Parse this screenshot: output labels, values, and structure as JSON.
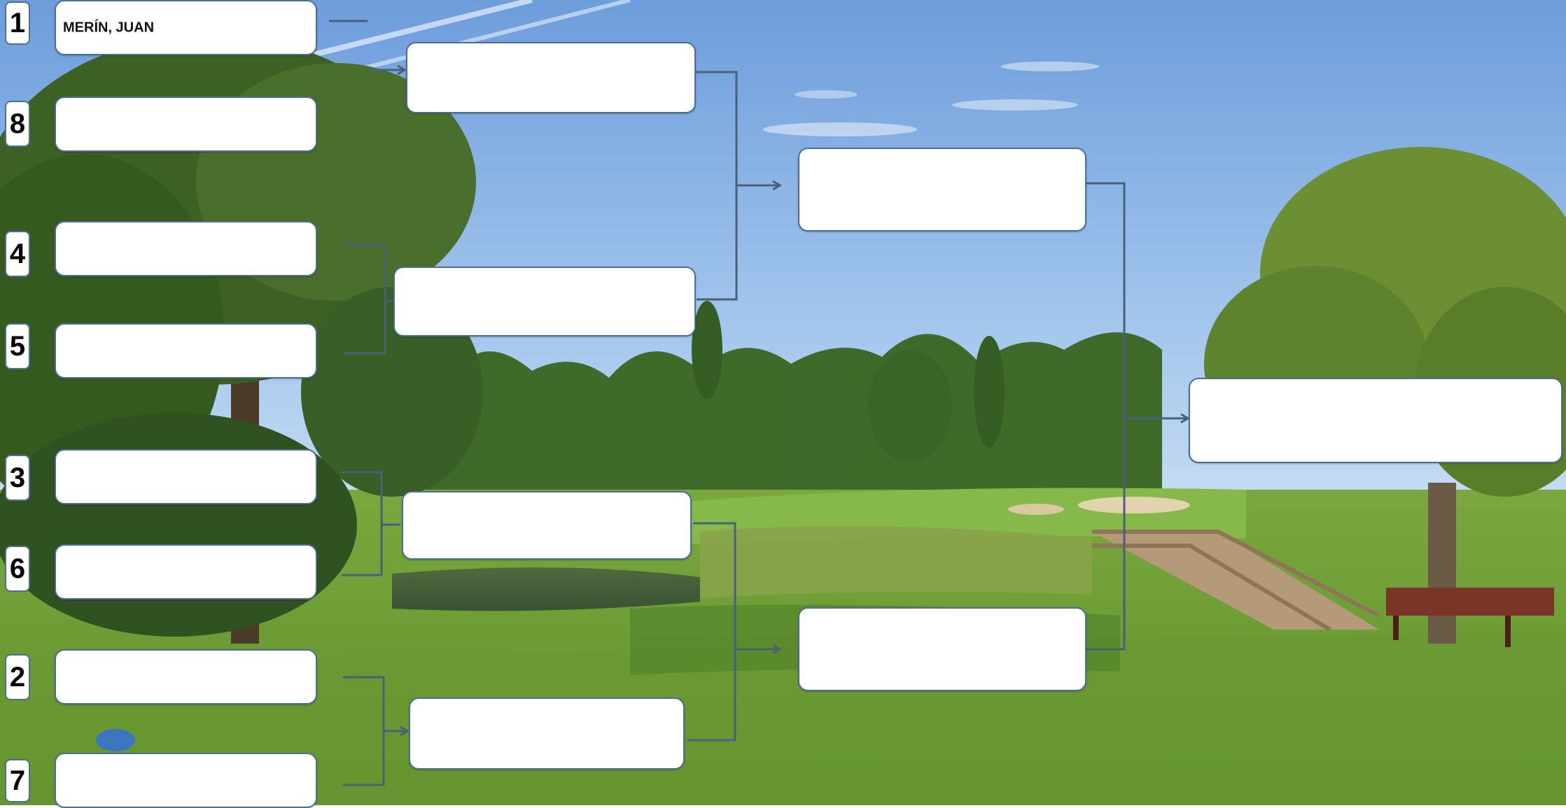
{
  "bracket": {
    "round1": [
      {
        "seed": "1",
        "name": "MERÍN, JUAN"
      },
      {
        "seed": "8",
        "name": ""
      },
      {
        "seed": "4",
        "name": ""
      },
      {
        "seed": "5",
        "name": ""
      },
      {
        "seed": "3",
        "name": ""
      },
      {
        "seed": "6",
        "name": ""
      },
      {
        "seed": "2",
        "name": ""
      },
      {
        "seed": "7",
        "name": ""
      }
    ],
    "quarterfinals": [
      {
        "name": ""
      },
      {
        "name": ""
      },
      {
        "name": ""
      },
      {
        "name": ""
      }
    ],
    "semifinals": [
      {
        "name": ""
      },
      {
        "name": ""
      }
    ],
    "final": {
      "name": ""
    }
  },
  "colors": {
    "box_border": "#4d6f93",
    "connector": "#4a5f78",
    "sky_top": "#6f9fdc",
    "grass": "#6e9c35"
  }
}
